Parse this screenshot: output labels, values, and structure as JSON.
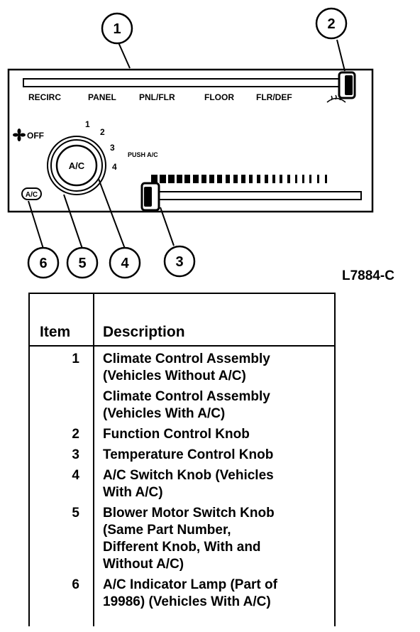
{
  "panel": {
    "function_positions": [
      "RECIRC",
      "PANEL",
      "PNL/FLR",
      "FLOOR",
      "FLR/DEF"
    ],
    "blower_off_label": "OFF",
    "blower_speeds": [
      "1",
      "2",
      "3",
      "4"
    ],
    "ac_knob_label": "A/C",
    "push_ac_label": "PUSH A/C",
    "indicator_lamp_label": "A/C"
  },
  "callouts": [
    "1",
    "2",
    "3",
    "4",
    "5",
    "6"
  ],
  "figure_code": "L7884-C",
  "table": {
    "header_item": "Item",
    "header_description": "Description",
    "rows": [
      {
        "item": "1",
        "description": "Climate Control Assembly\n(Vehicles Without A/C)"
      },
      {
        "item": "",
        "description": "Climate Control Assembly\n(Vehicles With A/C)"
      },
      {
        "item": "2",
        "description": "Function Control Knob"
      },
      {
        "item": "3",
        "description": "Temperature Control Knob"
      },
      {
        "item": "4",
        "description": "A/C Switch Knob (Vehicles\nWith A/C)"
      },
      {
        "item": "5",
        "description": "Blower Motor Switch Knob\n(Same Part Number,\nDifferent Knob, With and\nWithout A/C)"
      },
      {
        "item": "6",
        "description": "A/C Indicator Lamp (Part of\n19986) (Vehicles With A/C)"
      }
    ]
  }
}
